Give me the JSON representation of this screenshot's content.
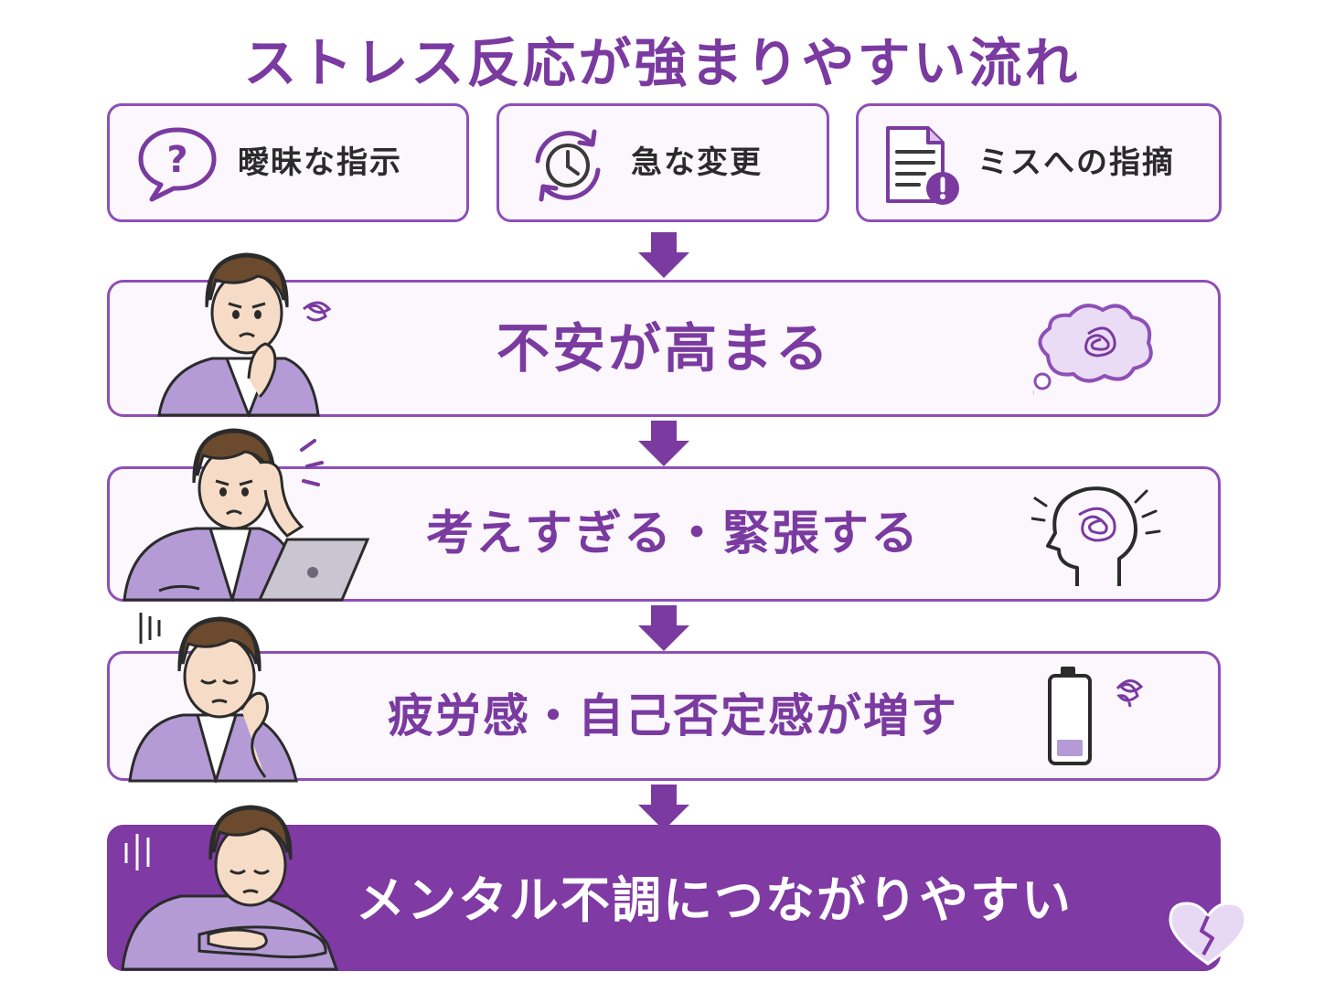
{
  "title": "ストレス反応が強まりやすい流れ",
  "triggers": [
    {
      "label": "曖昧な指示",
      "icon": "question-bubble-icon"
    },
    {
      "label": "急な変更",
      "icon": "clock-cycle-icon"
    },
    {
      "label": "ミスへの指摘",
      "icon": "document-warning-icon"
    }
  ],
  "stages": [
    {
      "label": "不安が高まる",
      "icon": "tangled-thought-cloud-icon"
    },
    {
      "label": "考えすぎる・緊張する",
      "icon": "tangled-head-icon"
    },
    {
      "label": "疲労感・自己否定感が増す",
      "icon": "low-battery-icon"
    },
    {
      "label": "メンタル不調につながりやすい",
      "icon": "broken-heart-icon"
    }
  ],
  "colors": {
    "accent": "#7a3aa0",
    "border": "#8e4fb7",
    "panel": "#fbf7fd",
    "final": "#7f3aa3",
    "suit": "#b49bd6",
    "hair": "#6b4a2e",
    "skin": "#f6dcc6"
  }
}
